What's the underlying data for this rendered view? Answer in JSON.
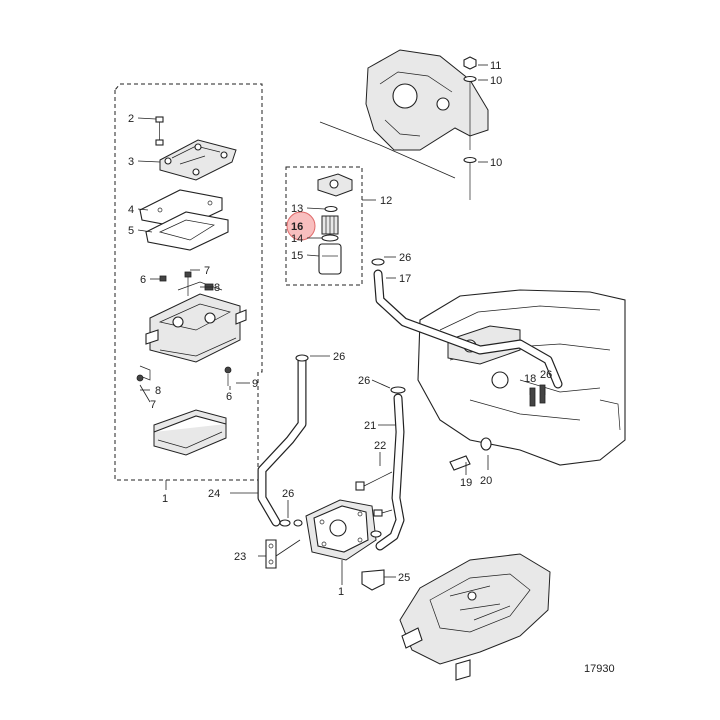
{
  "figure_id": "17930",
  "highlight": {
    "callout": "16",
    "color": "#f28b8b"
  },
  "callouts": {
    "c2": "2",
    "c3": "3",
    "c4": "4",
    "c5": "5",
    "c6a": "6",
    "c6b": "6",
    "c7a": "7",
    "c7b": "7",
    "c8a": "8",
    "c8b": "8",
    "c9": "9",
    "c1a": "1",
    "c1b": "1",
    "c10a": "10",
    "c10b": "10",
    "c11": "11",
    "c12": "12",
    "c13": "13",
    "c16": "16",
    "c14": "14",
    "c15": "15",
    "c26a": "26",
    "c26b": "26",
    "c26c": "26",
    "c26d": "26",
    "c26e": "26",
    "c17": "17",
    "c18": "18",
    "c19": "19",
    "c20": "20",
    "c21": "21",
    "c22": "22",
    "c23": "23",
    "c24": "24",
    "c25": "25"
  }
}
